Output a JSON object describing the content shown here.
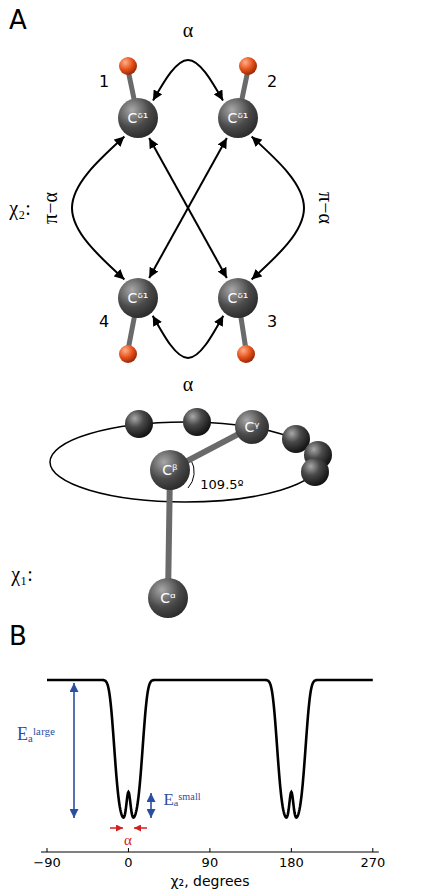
{
  "diagram": {
    "nodes": [
      {
        "text": [
          "Cᵟ¹"
        ]
      },
      {
        "text": [
          "Cᵟ¹"
        ]
      },
      {
        "text": [
          "Cᵟ¹"
        ]
      },
      {
        "text": [
          "Cᵟ¹"
        ]
      },
      {
        "text": [
          "Cᵞ"
        ]
      },
      {
        "text": [
          "Cᵝ"
        ]
      },
      {
        "text": [
          "Cᵅ"
        ]
      }
    ],
    "edges": [
      {
        "from": 0,
        "to": 1,
        "arrow": "both",
        "label": "α"
      },
      {
        "from": 2,
        "to": 3,
        "arrow": "both",
        "label": "α"
      },
      {
        "from": 0,
        "to": 2,
        "arrow": "both",
        "label": "π−α"
      },
      {
        "from": 1,
        "to": 3,
        "arrow": "both",
        "label": "π−α"
      },
      {
        "from": 0,
        "to": 3,
        "arrow": "both"
      },
      {
        "from": 1,
        "to": 2,
        "arrow": "both"
      },
      {
        "from": 5,
        "to": 4,
        "arrow": "none"
      },
      {
        "from": 5,
        "to": 6,
        "arrow": "none"
      }
    ],
    "labels": [
      "A",
      "1",
      "2",
      "4",
      "3",
      "χ₂:",
      "χ₁:",
      "109.5º",
      "B",
      "Eₐˡᵃʳᵍᵉ",
      "Eₐˢᵐᵃˡˡ",
      "α",
      "−90",
      "0",
      "90",
      "180",
      "270",
      "χ₂, degrees"
    ]
  }
}
